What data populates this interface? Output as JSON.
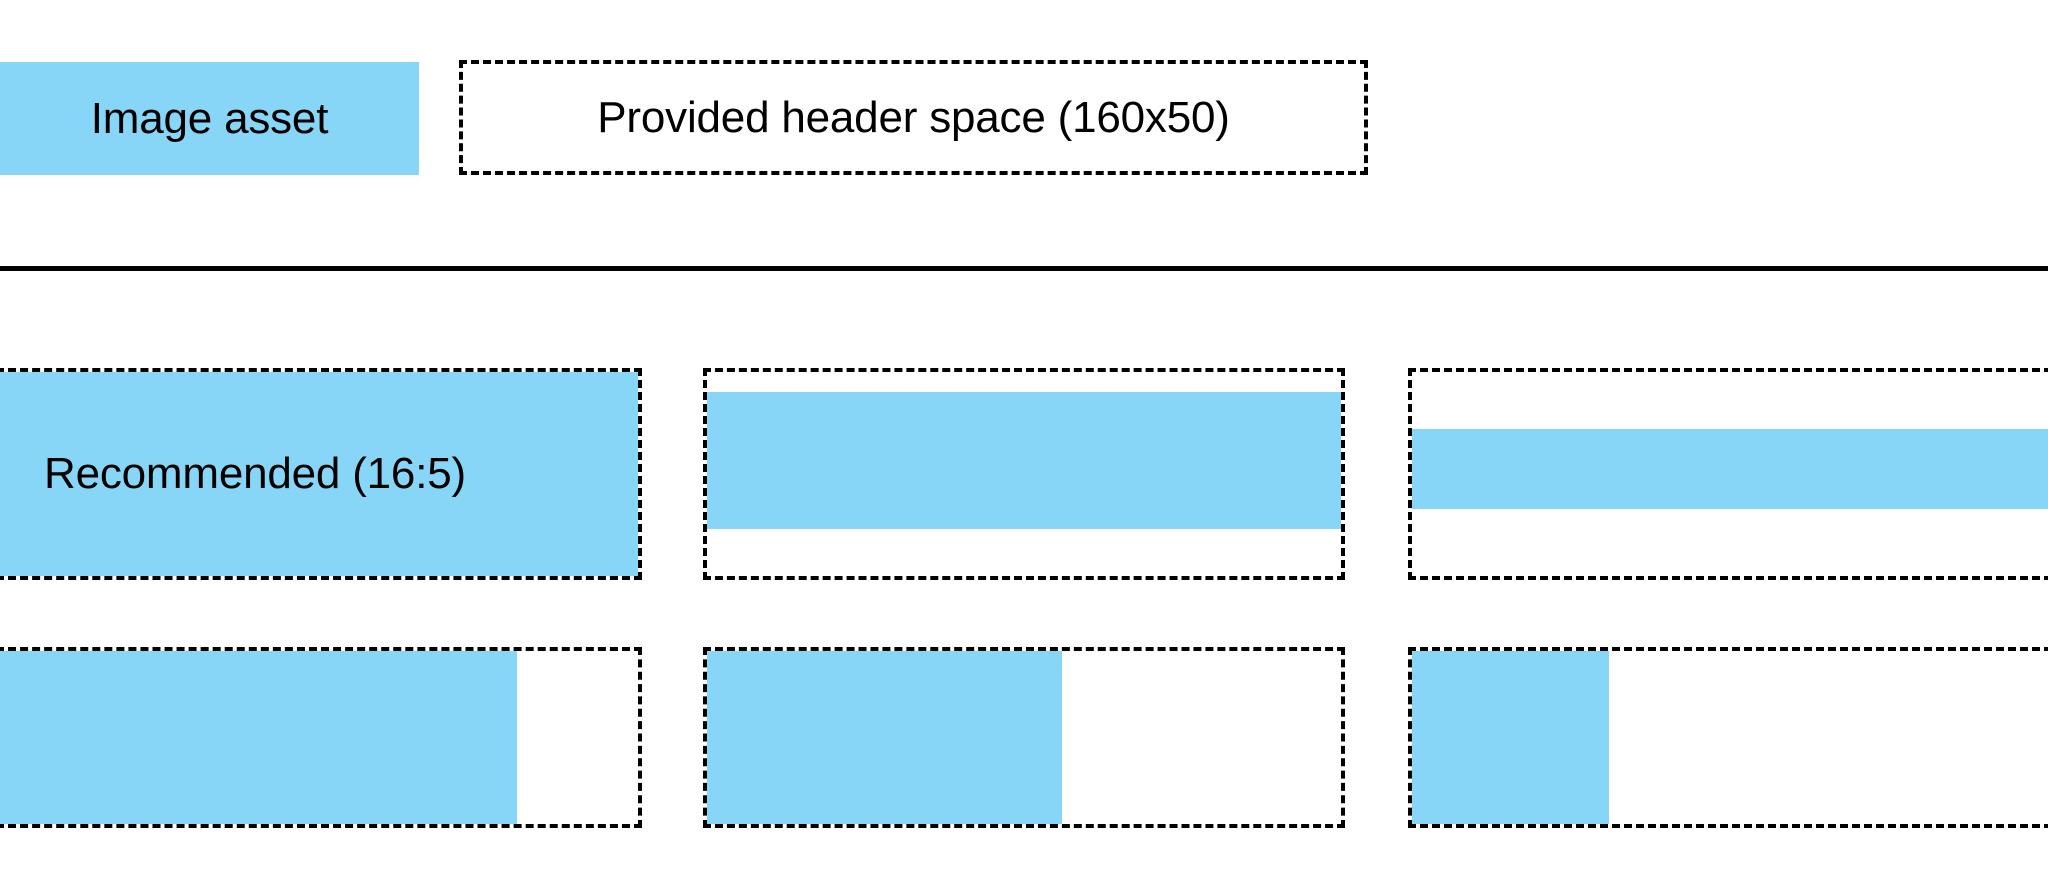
{
  "colors": {
    "asset_blue": "#87D6F7",
    "outline": "#000000",
    "background": "#ffffff"
  },
  "legend": {
    "asset_swatch_label": "Image asset",
    "provided_space_label": "Provided header space (160x50)"
  },
  "examples": {
    "rows": [
      {
        "name": "full-height-row",
        "slots": [
          {
            "name": "recommended-ratio",
            "label": "Recommended (16:5)",
            "fill_inset_top_pct": 0,
            "fill_inset_bottom_pct": 0,
            "fill_width_pct": 100
          },
          {
            "name": "slightly-shorter-ratio",
            "label": "",
            "fill_inset_top_pct": 10,
            "fill_inset_bottom_pct": 23,
            "fill_width_pct": 100
          },
          {
            "name": "much-shorter-ratio",
            "label": "",
            "fill_inset_top_pct": 28,
            "fill_inset_bottom_pct": 33,
            "fill_width_pct": 100
          }
        ]
      },
      {
        "name": "narrow-width-row",
        "slots": [
          {
            "name": "wide-asset",
            "label": "",
            "fill_inset_top_pct": 0,
            "fill_inset_bottom_pct": 0,
            "fill_width_pct": 81
          },
          {
            "name": "medium-asset",
            "label": "",
            "fill_inset_top_pct": 0,
            "fill_inset_bottom_pct": 0,
            "fill_width_pct": 56
          },
          {
            "name": "narrow-asset",
            "label": "",
            "fill_inset_top_pct": 0,
            "fill_inset_bottom_pct": 0,
            "fill_width_pct": 31
          }
        ]
      }
    ]
  }
}
